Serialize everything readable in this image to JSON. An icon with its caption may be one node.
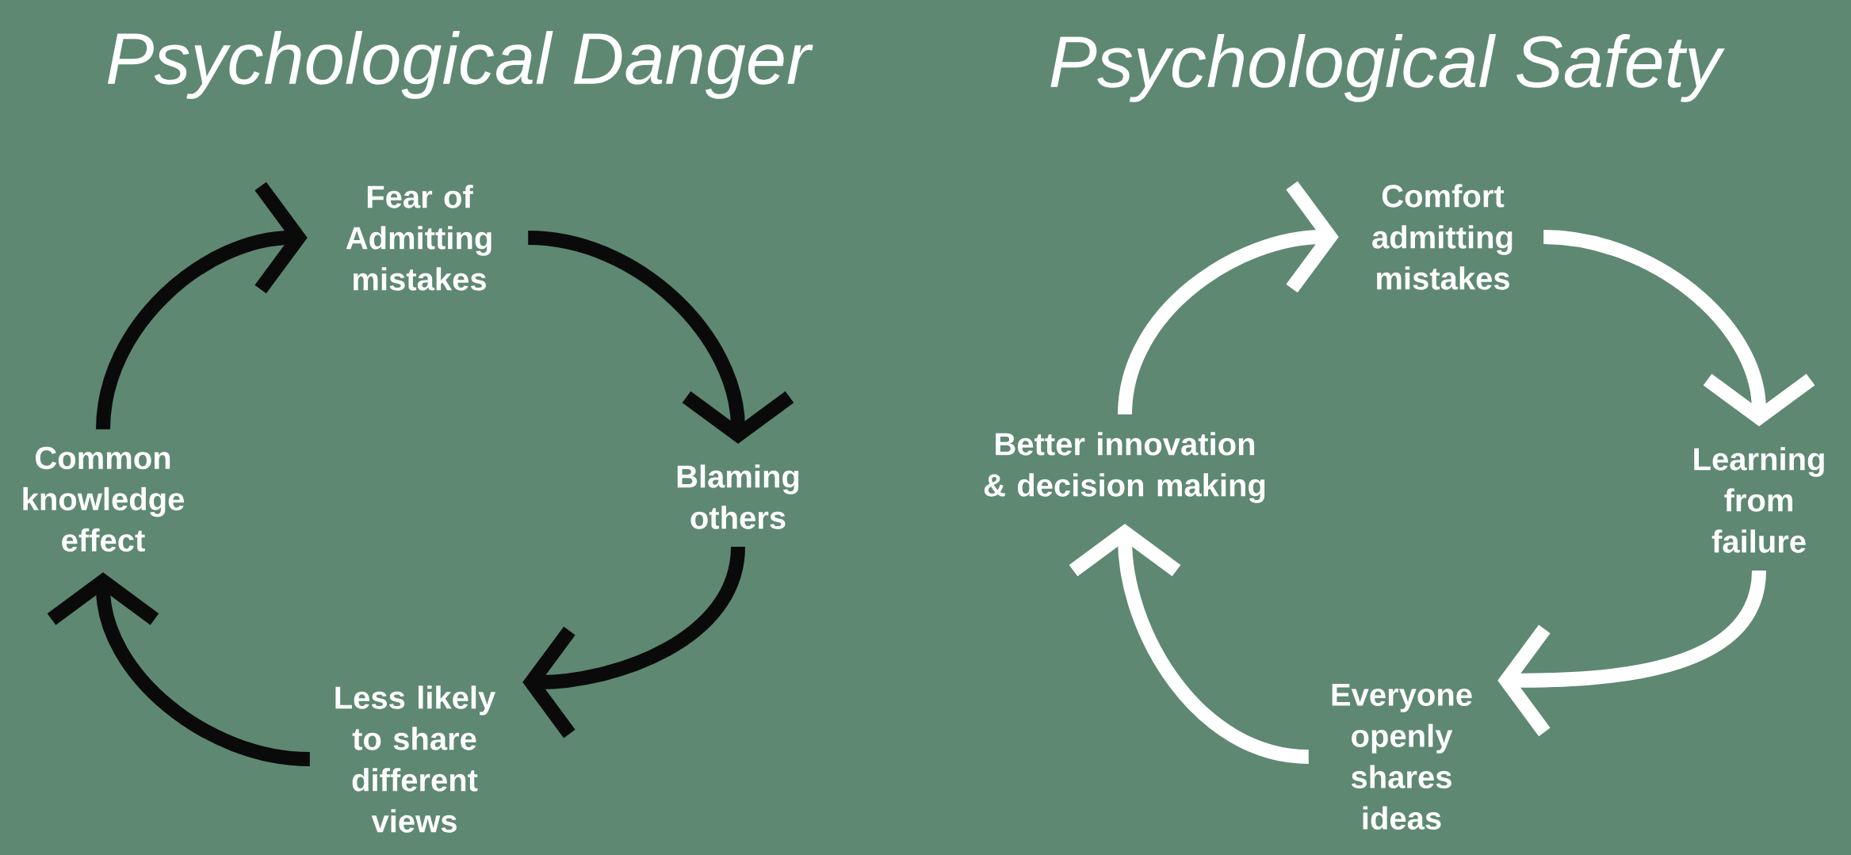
{
  "diagram": {
    "nodes": [
      {
        "text": [
          "Fear of Admitting mistakes"
        ]
      },
      {
        "text": [
          "Blaming others"
        ]
      },
      {
        "text": [
          "Less likely to share different views"
        ]
      },
      {
        "text": [
          "Common knowledge effect"
        ]
      },
      {
        "text": [
          "Comfort admitting mistakes"
        ]
      },
      {
        "text": [
          "Learning from failure"
        ]
      },
      {
        "text": [
          "Everyone openly shares ideas"
        ]
      },
      {
        "text": [
          "Better innovation & decision making"
        ]
      }
    ],
    "edges": [
      {
        "from": 3,
        "to": 0,
        "arrow": "to",
        "color": "#0a0a0a"
      },
      {
        "from": 0,
        "to": 1,
        "arrow": "to",
        "color": "#0a0a0a"
      },
      {
        "from": 1,
        "to": 2,
        "arrow": "to",
        "color": "#0a0a0a"
      },
      {
        "from": 2,
        "to": 3,
        "arrow": "to",
        "color": "#0a0a0a"
      },
      {
        "from": 7,
        "to": 4,
        "arrow": "to",
        "color": "#ffffff"
      },
      {
        "from": 4,
        "to": 5,
        "arrow": "to",
        "color": "#ffffff"
      },
      {
        "from": 5,
        "to": 6,
        "arrow": "to",
        "color": "#ffffff"
      },
      {
        "from": 6,
        "to": 7,
        "arrow": "to",
        "color": "#ffffff"
      }
    ],
    "labels": [
      "Psychological Danger",
      "Psychological Safety"
    ]
  }
}
